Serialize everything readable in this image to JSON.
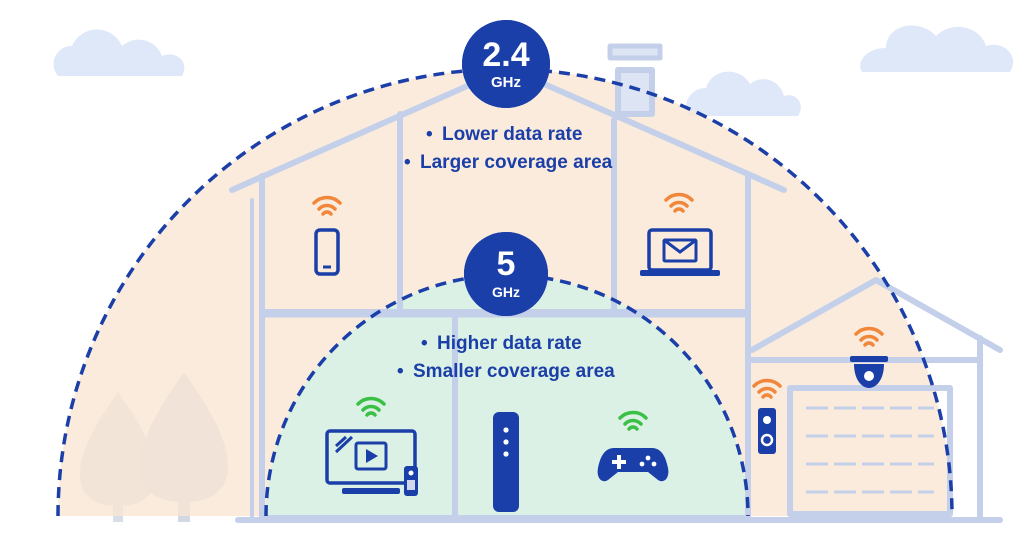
{
  "bands": {
    "band_24": {
      "number": "2.4",
      "unit": "GHz",
      "features": [
        "Lower data rate",
        "Larger coverage area"
      ],
      "coverage_color": "#f9e6d3"
    },
    "band_5": {
      "number": "5",
      "unit": "GHz",
      "features": [
        "Higher data rate",
        "Smaller coverage area"
      ],
      "coverage_color": "#dcf1e5"
    }
  },
  "devices": [
    {
      "name": "smartphone-icon",
      "wifi_color": "#f0873a",
      "band": "2.4 GHz"
    },
    {
      "name": "laptop-email-icon",
      "wifi_color": "#f0873a",
      "band": "2.4 GHz"
    },
    {
      "name": "security-camera-icon",
      "wifi_color": "#f0873a",
      "band": "2.4 GHz"
    },
    {
      "name": "video-doorbell-icon",
      "wifi_color": "#f0873a",
      "band": "2.4 GHz"
    },
    {
      "name": "smart-tv-icon",
      "wifi_color": "#3bbf45",
      "band": "5 GHz"
    },
    {
      "name": "game-controller-icon",
      "wifi_color": "#3bbf45",
      "band": "5 GHz"
    },
    {
      "name": "router-icon",
      "wifi_color": "",
      "band": ""
    }
  ],
  "colors": {
    "brand_blue": "#1b3fa8",
    "house_outline": "#c4d0ea",
    "cloud": "#dfe8f8",
    "tree": "#d8dee8",
    "wifi_24": "#f0873a",
    "wifi_5": "#3bbf45"
  }
}
